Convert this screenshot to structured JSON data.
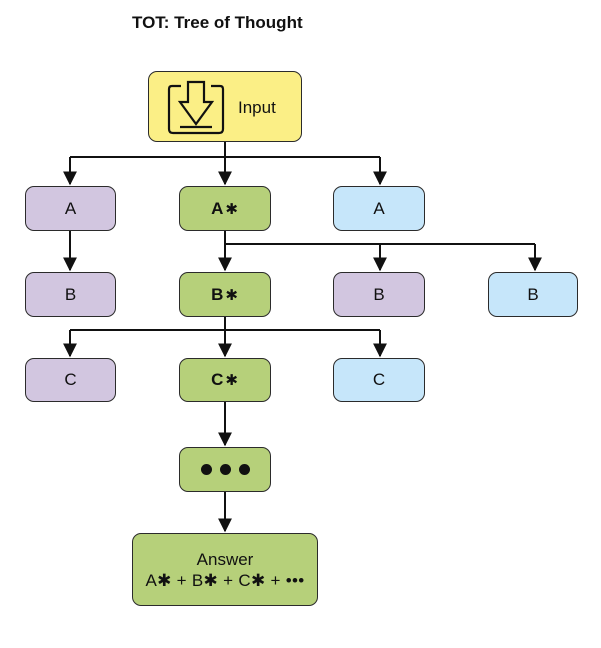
{
  "title": "TOT: Tree of Thought",
  "colors": {
    "input": "#fbef86",
    "selected_green": "#b6d07a",
    "purple_branch": "#d2c6e0",
    "blue_branch": "#c6e6fa",
    "border": "#2b2b2b"
  },
  "input": {
    "label": "Input",
    "icon": "download-box-icon"
  },
  "level_a": {
    "left": "A",
    "center": "A",
    "right": "A"
  },
  "level_b": {
    "left": "B",
    "center": "B",
    "right": "B",
    "far_right": "B"
  },
  "level_c": {
    "left": "C",
    "center": "C",
    "right": "C"
  },
  "selected_mark": "✱",
  "ellipsis_node": "•••",
  "answer": {
    "label": "Answer",
    "formula": "A✱ + B✱ + C✱ + •••"
  }
}
